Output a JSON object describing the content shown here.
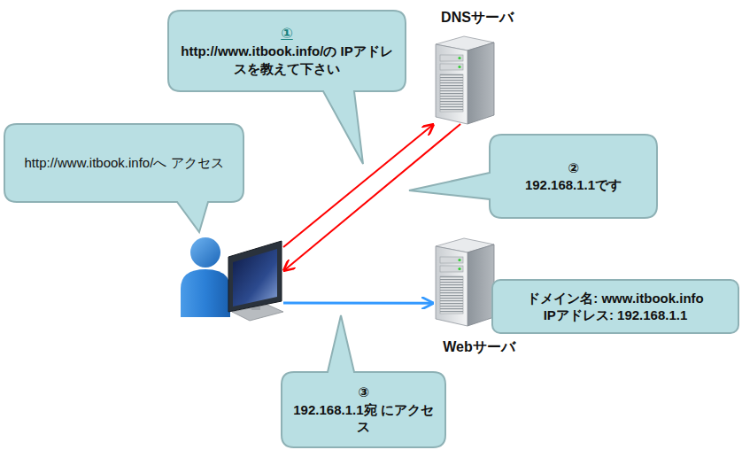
{
  "diagram": {
    "nodes": [
      {
        "text": [
          "①",
          "http://www.itbook.info/の IPアドレスを教えて下さい"
        ]
      },
      {
        "text": [
          "DNSサーバ"
        ]
      },
      {
        "text": [
          "http://www.itbook.info/へ アクセス"
        ]
      },
      {
        "text": [
          "②",
          "192.168.1.1です"
        ]
      },
      {
        "text": [
          "Webサーバ"
        ]
      },
      {
        "text": [
          "ドメイン名: www.itbook.info",
          "IPアドレス: 192.168.1.1"
        ]
      },
      {
        "text": [
          "③",
          "192.168.1.1宛 にアクセス"
        ]
      }
    ],
    "edges": [
      {
        "from": 2,
        "to": 1,
        "arrow": "to"
      },
      {
        "from": 1,
        "to": 2,
        "arrow": "to"
      },
      {
        "from": 2,
        "to": 4,
        "arrow": "to"
      }
    ]
  }
}
